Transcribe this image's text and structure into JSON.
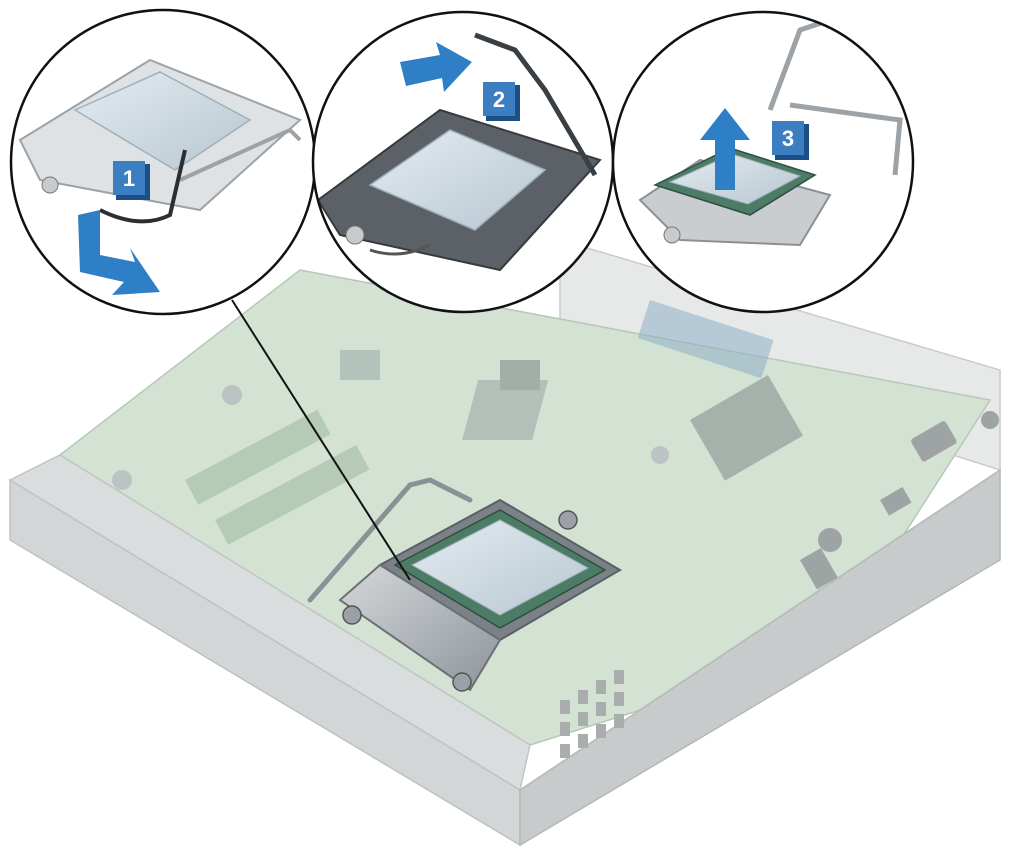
{
  "steps": [
    {
      "number": "1",
      "action": "press-and-release-lever",
      "arrow_icon": "bent-arrow-down-right-icon"
    },
    {
      "number": "2",
      "action": "lift-lever-and-cover",
      "arrow_icon": "arrow-right-icon"
    },
    {
      "number": "3",
      "action": "lift-processor-out",
      "arrow_icon": "arrow-up-icon"
    }
  ],
  "colors": {
    "callout_badge": "#3b7ec2",
    "callout_badge_dark": "#1d4f86",
    "arrow": "#2f7fc6",
    "circle_outline": "#111111",
    "chassis": "#d9dcdc",
    "board": "#c9ddc9",
    "socket_metal": "#a9aeb2",
    "thermal_paste": "#c6d3db"
  }
}
